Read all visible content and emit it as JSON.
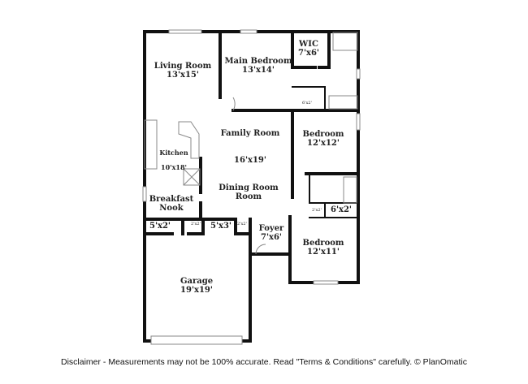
{
  "rooms": [
    {
      "name": "Living Room",
      "dims": "13'x15'"
    },
    {
      "name": "Main Bedroom",
      "dims": "13'x14'"
    },
    {
      "name": "WIC",
      "dims": "7'x6'"
    },
    {
      "name": "Family Room",
      "dims": "16'x19'"
    },
    {
      "name": "Kitchen",
      "dims": "10'x18'"
    },
    {
      "name": "Bedroom",
      "dims": "12'x12'"
    },
    {
      "name": "Dining Room",
      "dims": ""
    },
    {
      "name": "Breakfast Nook",
      "dims": ""
    },
    {
      "name": "Foyer",
      "dims": "7'x6'"
    },
    {
      "name": "Bedroom",
      "dims": "12'x11'"
    },
    {
      "name": "Garage",
      "dims": "19'x19'"
    }
  ],
  "closets": [
    "5'x2'",
    "5'x3'",
    "6'x2'",
    "6'x2'",
    "2'x2'",
    "2'x2'",
    "2'x2'"
  ],
  "disclaimer": "Disclaimer - Measurements may not be 100% accurate. Read \"Terms & Conditions\" carefully. © PlanOmatic"
}
